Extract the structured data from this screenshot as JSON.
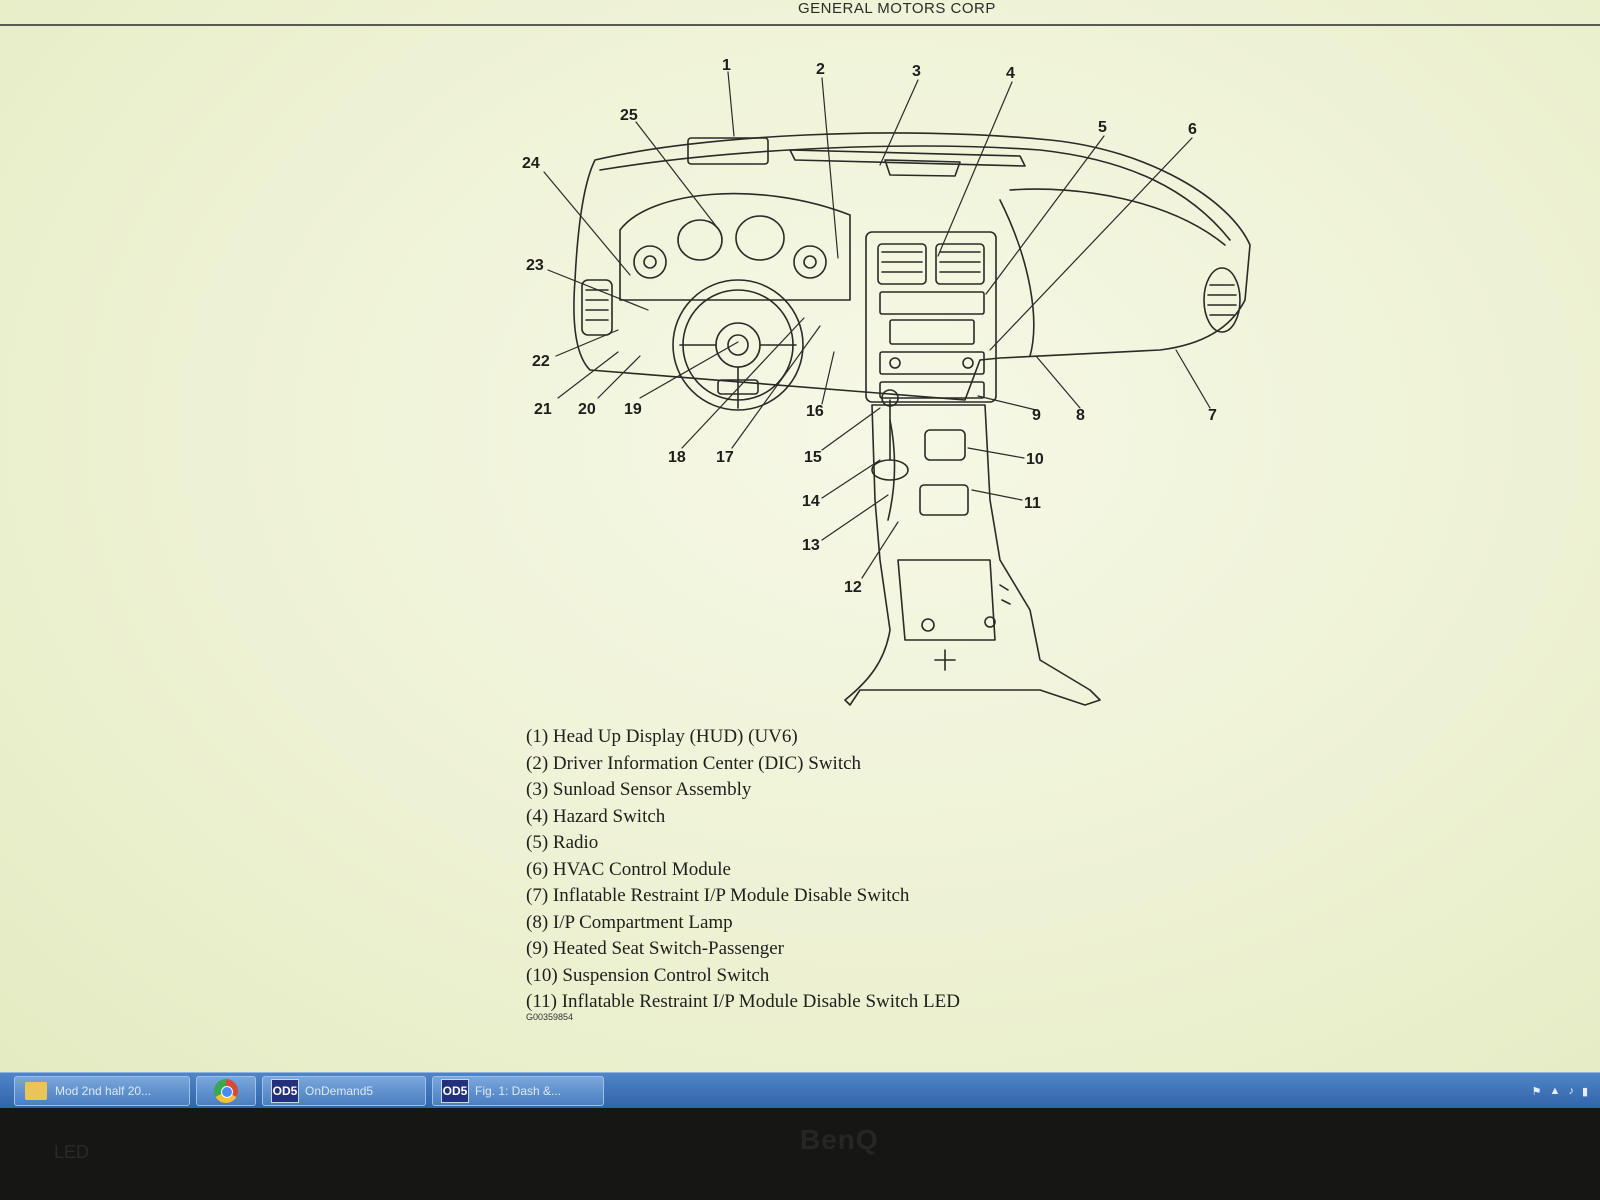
{
  "header": {
    "corp": "GENERAL MOTORS CORP"
  },
  "diagram": {
    "callouts": [
      "1",
      "2",
      "3",
      "4",
      "5",
      "6",
      "7",
      "8",
      "9",
      "10",
      "11",
      "12",
      "13",
      "14",
      "15",
      "16",
      "17",
      "18",
      "19",
      "20",
      "21",
      "22",
      "23",
      "24",
      "25"
    ]
  },
  "legend": [
    "(1)  Head Up Display (HUD) (UV6)",
    "(2)  Driver Information Center (DIC) Switch",
    "(3)  Sunload Sensor Assembly",
    "(4)  Hazard Switch",
    "(5)  Radio",
    "(6)  HVAC Control Module",
    "(7)  Inflatable Restraint I/P Module Disable Switch",
    "(8)  I/P Compartment Lamp",
    "(9)  Heated Seat Switch-Passenger",
    "(10) Suspension Control Switch",
    "(11) Inflatable Restraint I/P Module Disable Switch LED"
  ],
  "figure_code": "G00359854",
  "taskbar": {
    "items": [
      {
        "icon": "folder-icon",
        "label": "Mod 2nd half 20..."
      },
      {
        "icon": "chrome-icon",
        "label": ""
      },
      {
        "icon": "ods-icon",
        "badge": "OD5",
        "label": "OnDemand5"
      },
      {
        "icon": "ods-icon",
        "badge": "OD5",
        "label": "Fig. 1: Dash &..."
      }
    ]
  },
  "monitor": {
    "brand": "BenQ",
    "led": "LED"
  }
}
